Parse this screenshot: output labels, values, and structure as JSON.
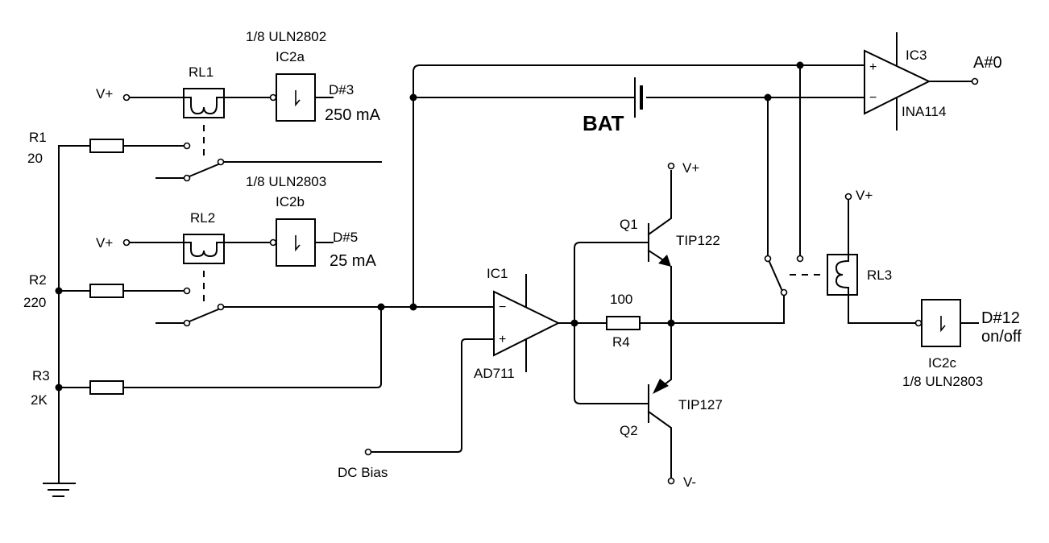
{
  "diagram": {
    "type": "electronic-schematic",
    "components": {
      "rl1": {
        "ref": "RL1",
        "supply": "V+"
      },
      "ic2a": {
        "part": "1/8 ULN2802",
        "ref": "IC2a",
        "pin": "D#3",
        "current": "250 mA"
      },
      "rl2": {
        "ref": "RL2",
        "supply": "V+"
      },
      "ic2b": {
        "part": "1/8 ULN2803",
        "ref": "IC2b",
        "pin": "D#5",
        "current": "25 mA"
      },
      "r1": {
        "ref": "R1",
        "value": "20"
      },
      "r2": {
        "ref": "R2",
        "value": "220"
      },
      "r3": {
        "ref": "R3",
        "value": "2K"
      },
      "bat": {
        "ref": "BAT"
      },
      "ic3": {
        "ref": "IC3",
        "part": "INA114",
        "output": "A#0",
        "plus": "+",
        "minus": "−"
      },
      "ic1": {
        "ref": "IC1",
        "part": "AD711",
        "plus": "+",
        "minus": "−"
      },
      "dc_bias": {
        "label": "DC Bias"
      },
      "q1": {
        "ref": "Q1",
        "part": "TIP122",
        "supply": "V+"
      },
      "q2": {
        "ref": "Q2",
        "part": "TIP127",
        "supply": "V-"
      },
      "r4": {
        "ref": "R4",
        "value": "100"
      },
      "rl3": {
        "ref": "RL3",
        "supply": "V+"
      },
      "ic2c": {
        "ref": "IC2c",
        "part": "1/8 ULN2803",
        "pin": "D#12",
        "function": "on/off"
      }
    },
    "driver_glyph": "↓"
  }
}
